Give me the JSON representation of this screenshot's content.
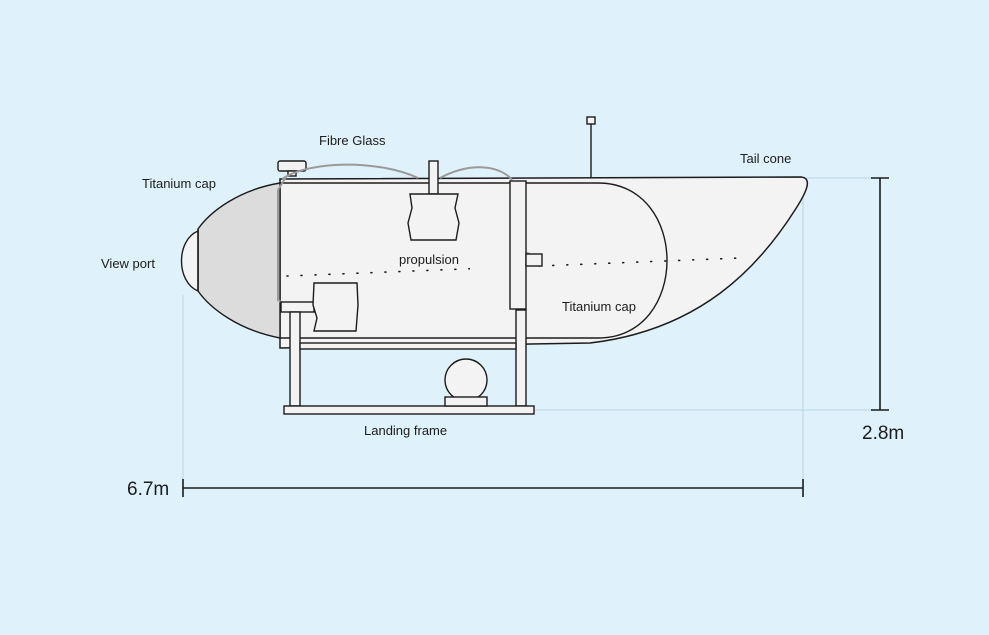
{
  "labels": {
    "fibre_glass": "Fibre Glass",
    "titanium_cap_front": "Titanium cap",
    "view_port": "View port",
    "propulsion": "propulsion",
    "titanium_cap_rear": "Titanium cap",
    "tail_cone": "Tail cone",
    "landing_frame": "Landing frame"
  },
  "dimensions": {
    "height": "2.8m",
    "length": "6.7m"
  },
  "colors": {
    "background": "#dff1fa",
    "hull_fill": "#f3f3f3",
    "front_cap_fill": "#dcdcdc",
    "outline": "#1c1c1c",
    "fibre_glass_stroke": "#9a9a9a",
    "guide_line": "#b9d6e4"
  }
}
